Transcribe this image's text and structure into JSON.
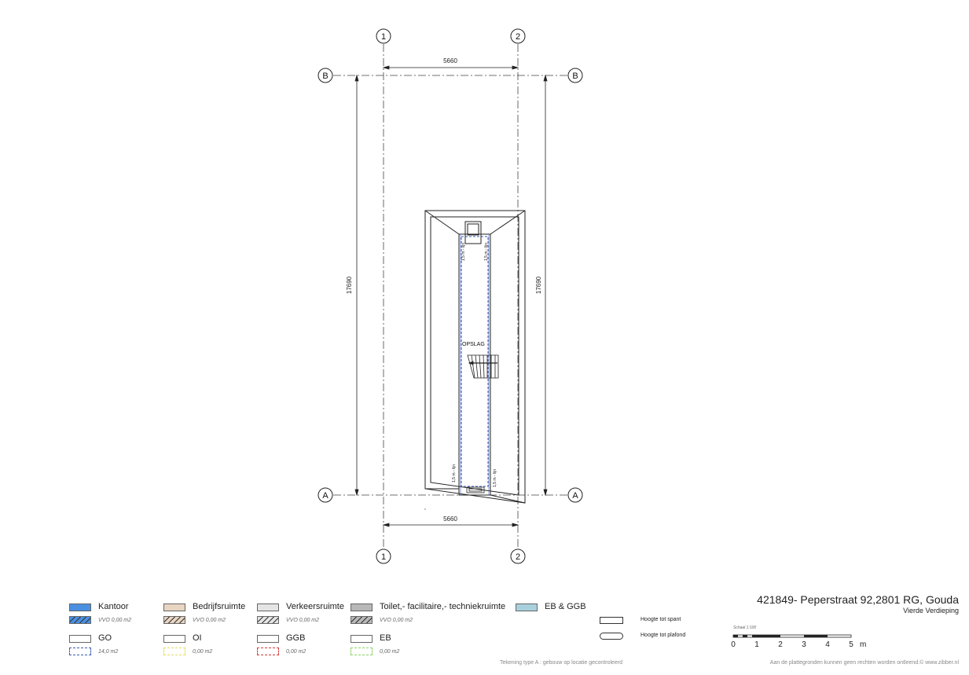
{
  "drawing": {
    "grid_labels": {
      "col1": "1",
      "col2": "2",
      "rowA": "A",
      "rowB": "B"
    },
    "dimensions": {
      "top_width": "5660",
      "bottom_width": "5660",
      "left_height": "17690",
      "right_height": "17690"
    },
    "room_label": "OPSLAG",
    "line_labels": {
      "top_left": "1,5 m - lijn",
      "top_right": "1,5 m - lijn",
      "bottom_left": "1,5 m - lijn",
      "bottom_right": "1,5 m - lijn"
    }
  },
  "legend": {
    "kantoor": {
      "label": "Kantoor",
      "vvo": "VVO 0,00 m2",
      "color": "#4a90e2"
    },
    "bedrijfsruimte": {
      "label": "Bedrijfsruimte",
      "vvo": "VVO 0,00 m2",
      "color": "#e8d5c2"
    },
    "verkeersruimte": {
      "label": "Verkeersruimte",
      "vvo": "VVO 0,00 m2",
      "color": "#e4e4e4"
    },
    "toilet": {
      "label": "Toilet,- facilitaire,- techniekruimte",
      "vvo": "VVO 0,00 m2",
      "color": "#b8b8b8"
    },
    "eb_ggb": {
      "label": "EB & GGB",
      "color": "#a9d1dd"
    },
    "go": {
      "label": "GO",
      "area": "14,0 m2"
    },
    "oi": {
      "label": "OI",
      "area": "0,00 m2"
    },
    "ggb": {
      "label": "GGB",
      "area": "0,00 m2"
    },
    "eb": {
      "label": "EB",
      "area": "0,00 m2"
    }
  },
  "heights": {
    "spant": "Hoogte tot spant",
    "plafond": "Hoogte tot plafond"
  },
  "title": {
    "address": "421849- Peperstraat 92,2801 RG, Gouda",
    "floor": "Vierde Verdieping"
  },
  "scale": {
    "label": "Schaal 1:100",
    "ticks": [
      "0",
      "1",
      "2",
      "3",
      "4",
      "5"
    ],
    "unit": "m"
  },
  "footer": {
    "left": "Tekening type A : gebouw op locatie gecontroleerd",
    "right": "Aan de plattegronden kunnen geen rechten worden ontleend.© www.zibber.nl"
  }
}
